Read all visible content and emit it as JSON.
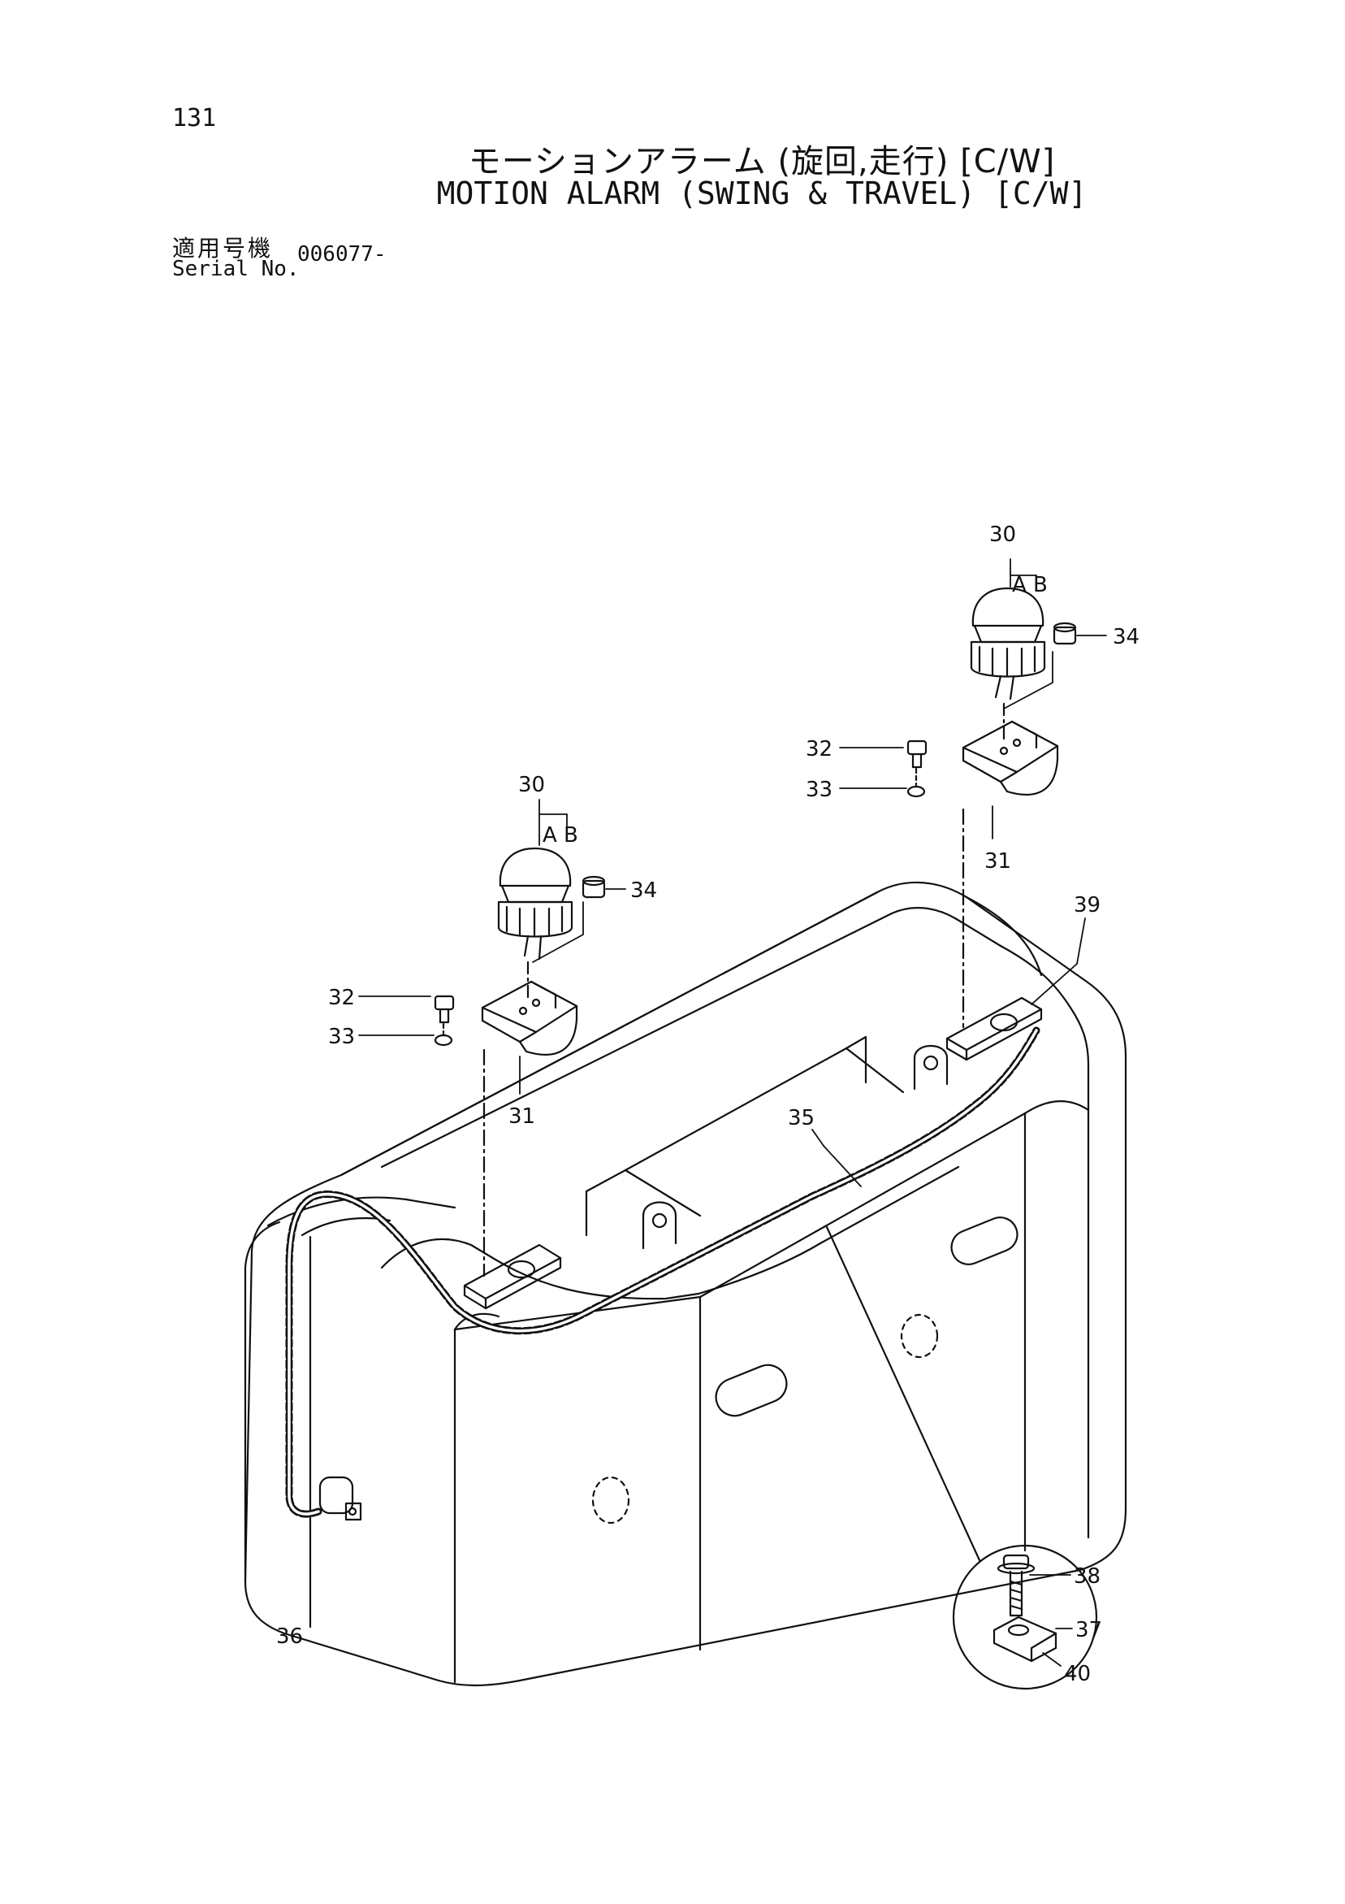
{
  "header": {
    "page_number": "131",
    "title_jp": "モーションアラーム (旋回,走行) [C/W]",
    "title_en": "MOTION ALARM (SWING & TRAVEL) [C/W]",
    "serial_label_jp": "適用号機",
    "serial_label_en": "Serial No.",
    "serial_value": "006077-"
  },
  "callouts": {
    "p30_top": "30",
    "ab_top": "A B",
    "p34_top": "34",
    "p32_top": "32",
    "p33_top": "33",
    "p31_top": "31",
    "p30_left": "30",
    "ab_left": "A B",
    "p34_left": "34",
    "p32_left": "32",
    "p33_left": "33",
    "p31_left": "31",
    "p39": "39",
    "p35": "35",
    "p36": "36",
    "p38": "38",
    "p37": "37",
    "p40": "40"
  }
}
